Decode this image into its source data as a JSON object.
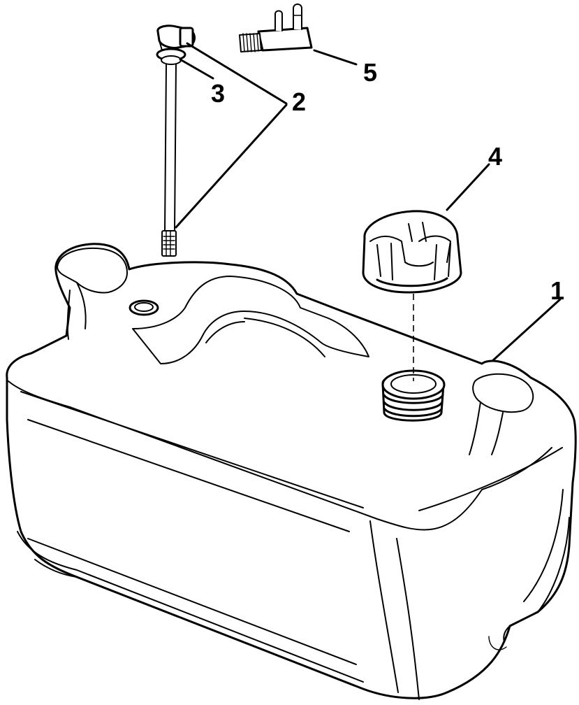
{
  "callouts": {
    "tank": "1",
    "pickup_tube": "2",
    "seal": "3",
    "cap": "4",
    "connector": "5"
  },
  "parts": [
    {
      "id": "1",
      "name": "fuel-tank"
    },
    {
      "id": "2",
      "name": "fuel-pickup-tube"
    },
    {
      "id": "3",
      "name": "pickup-seal"
    },
    {
      "id": "4",
      "name": "filler-cap"
    },
    {
      "id": "5",
      "name": "fuel-connector"
    }
  ],
  "colors": {
    "line": "#000000",
    "background": "#ffffff"
  }
}
